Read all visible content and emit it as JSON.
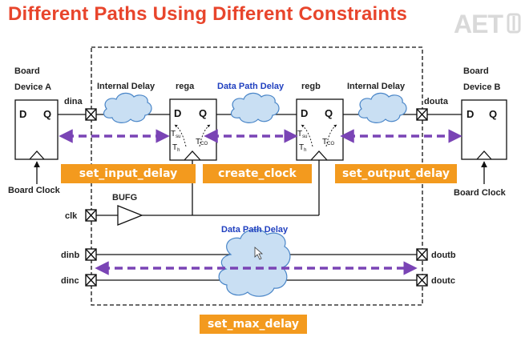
{
  "title": "Different Paths Using Different Constraints",
  "logo_text": "AET",
  "labels": {
    "board_a_line1": "Board",
    "board_a_line2": "Device A",
    "board_b_line1": "Board",
    "board_b_line2": "Device B",
    "board_clock_left": "Board Clock",
    "board_clock_right": "Board Clock",
    "internal_delay_left": "Internal Delay",
    "internal_delay_right": "Internal Delay",
    "rega": "rega",
    "regb": "regb",
    "data_path_delay_top": "Data Path Delay",
    "data_path_delay_bottom": "Data Path Delay",
    "bufg": "BUFG",
    "dina": "dina",
    "douta": "douta",
    "clk": "clk",
    "dinb": "dinb",
    "dinc": "dinc",
    "doutb": "doutb",
    "doutc": "doutc",
    "flop_d": "D",
    "flop_q": "Q",
    "t": "T",
    "su": "su",
    "h": "h",
    "co": "CO"
  },
  "constraints": {
    "input": "set_input_delay",
    "clock": "create_clock",
    "output": "set_output_delay",
    "max": "set_max_delay"
  },
  "colors": {
    "title": "#e8452c",
    "constraint_fill": "#f39a1e",
    "cloud_fill": "#c9dff3",
    "cloud_stroke": "#4a86c8",
    "arrow": "#7a44b5",
    "blue_text": "#1f3fbf"
  }
}
